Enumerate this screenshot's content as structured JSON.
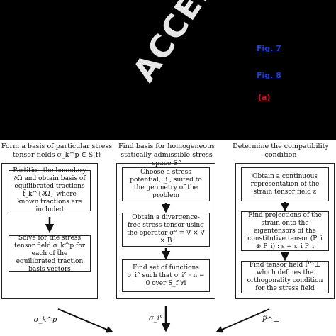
{
  "header": {
    "watermark": "ACCEPTED PRO",
    "links": [
      "Fig. 7",
      "Fig. 8",
      "(a)"
    ]
  },
  "columns": [
    {
      "title": "Form a basis of particular stress tensor fields  σ_k^p ∈ S(f)",
      "boxes": [
        "Partition the boundary ∂Ω and obtain basis of equilibrated tractions  f̂_k^{∂Ω}  where known tractions are included",
        "Solve for the stress tensor field  σ_k^p  for each of the equilibrated traction basis vectors"
      ],
      "output": "σ_k^p"
    },
    {
      "title": "Find basis for homogeneous statically admissible stress space  S°",
      "boxes": [
        "Choose a stress potential,  B̲ , suited to the geometry of the problem",
        "Obtain a divergence-free stress tensor using the operator  σ° = ∇ × ∇ × B̲",
        "Find set of functions  σ_i°  such that  σ_i° · n = 0  over  S_f  ∀i"
      ],
      "output": "σ_i°"
    },
    {
      "title": "Determine the compatibility condition",
      "boxes": [
        "Obtain a continuous representation of the strain tensor field  ε",
        "Find projections of the strain onto the eigentensors of the constitutive tensor  (P_i ⊗ P_i) : ε = ε_i P_i",
        "Find tensor field  P̂^⊥  which defines the orthogonality condition for the stress field"
      ],
      "output": "P̂^⊥"
    }
  ]
}
